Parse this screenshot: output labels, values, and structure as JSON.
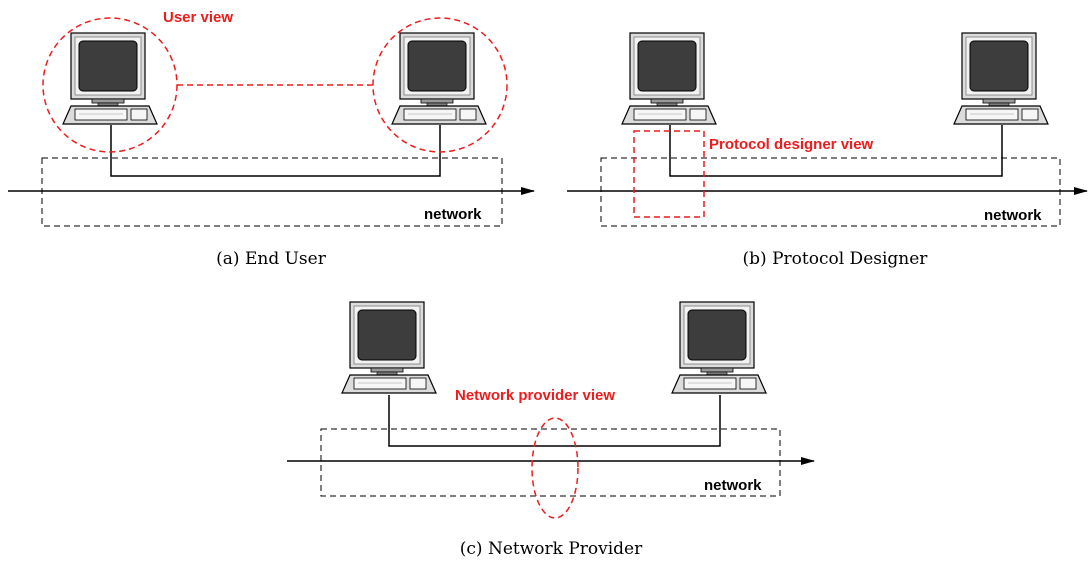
{
  "panels": {
    "a": {
      "caption": "(a) End User",
      "view_label": "User view",
      "network_label": "network"
    },
    "b": {
      "caption": "(b) Protocol Designer",
      "view_label": "Protocol designer view",
      "network_label": "network"
    },
    "c": {
      "caption": "(c) Network Provider",
      "view_label": "Network provider view",
      "network_label": "network"
    }
  },
  "colors": {
    "highlight": "#ee1c1c",
    "line": "#000000",
    "screen": "#3d3d3d",
    "case": "#dcdcdc"
  },
  "icons": [
    "computer-icon",
    "arrow-icon"
  ]
}
